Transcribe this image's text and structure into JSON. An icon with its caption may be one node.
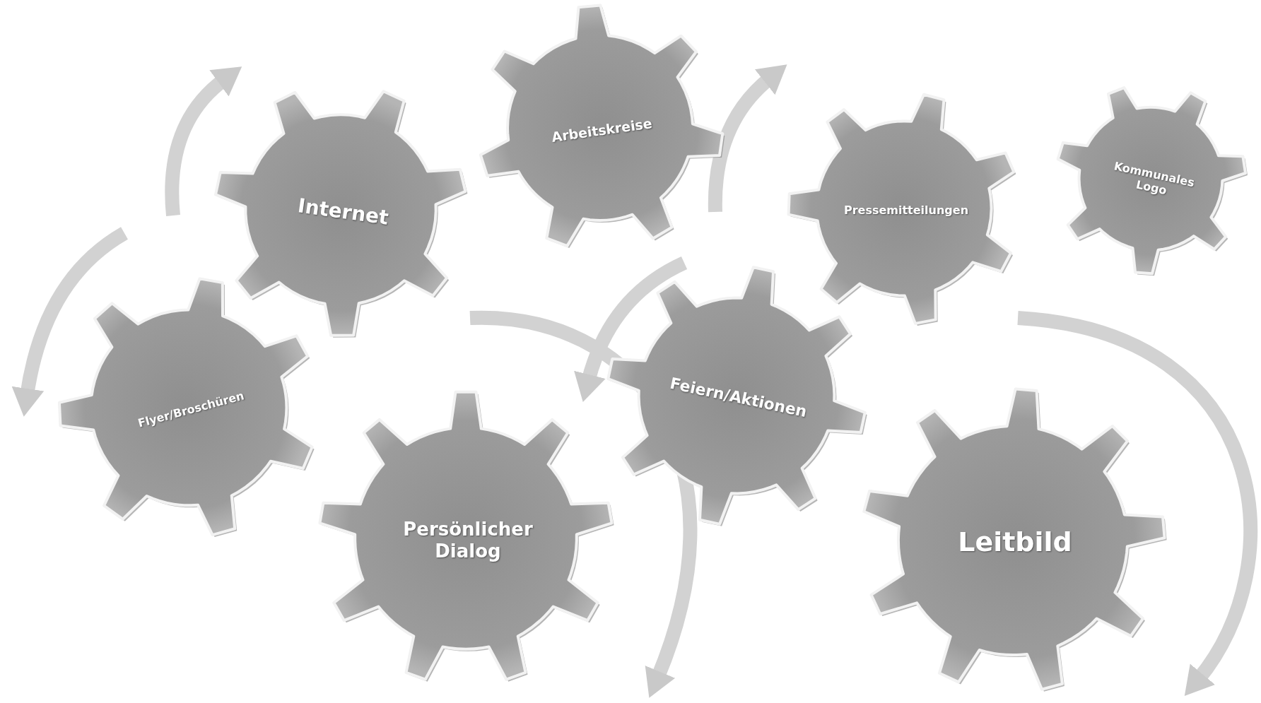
{
  "diagram": {
    "nodes": [
      {
        "text": [
          "Flyer/Broschüren"
        ]
      },
      {
        "text": [
          "Internet"
        ]
      },
      {
        "text": [
          "Arbeitskreise"
        ]
      },
      {
        "text": [
          "Pressemitteilungen"
        ]
      },
      {
        "text": [
          "Kommunales Logo"
        ]
      },
      {
        "text": [
          "Persönlicher Dialog"
        ]
      },
      {
        "text": [
          "Feiern/Aktionen"
        ]
      },
      {
        "text": [
          "Leitbild"
        ]
      }
    ]
  }
}
